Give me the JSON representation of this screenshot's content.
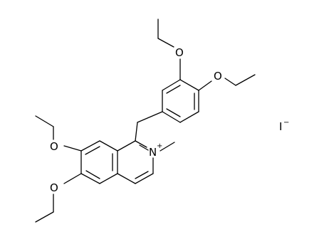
{
  "structure": {
    "atoms": {
      "oxygen_top": "O",
      "oxygen_right": "O",
      "oxygen_left_upper": "O",
      "oxygen_left_lower": "O",
      "nitrogen": "N",
      "nitrogen_charge": "+",
      "counterion_symbol": "I",
      "counterion_charge": "−"
    }
  }
}
